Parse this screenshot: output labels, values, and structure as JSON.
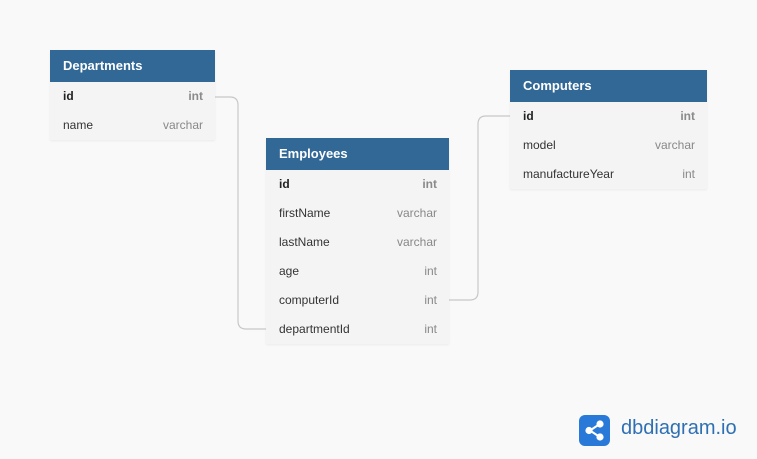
{
  "colors": {
    "header": "#316896",
    "body": "#f4f4f4",
    "background": "#f9f9f9",
    "connector": "#c8c8c8",
    "brand": "#2979d8"
  },
  "tables": {
    "departments": {
      "title": "Departments",
      "rows": [
        {
          "name": "id",
          "type": "int"
        },
        {
          "name": "name",
          "type": "varchar"
        }
      ]
    },
    "employees": {
      "title": "Employees",
      "rows": [
        {
          "name": "id",
          "type": "int"
        },
        {
          "name": "firstName",
          "type": "varchar"
        },
        {
          "name": "lastName",
          "type": "varchar"
        },
        {
          "name": "age",
          "type": "int"
        },
        {
          "name": "computerId",
          "type": "int"
        },
        {
          "name": "departmentId",
          "type": "int"
        }
      ]
    },
    "computers": {
      "title": "Computers",
      "rows": [
        {
          "name": "id",
          "type": "int"
        },
        {
          "name": "model",
          "type": "varchar"
        },
        {
          "name": "manufactureYear",
          "type": "int"
        }
      ]
    }
  },
  "relationships": [
    {
      "from": "departments.id",
      "to": "employees.departmentId"
    },
    {
      "from": "computers.id",
      "to": "employees.computerId"
    }
  ],
  "brand": {
    "icon": "share-nodes-icon",
    "text": "dbdiagram.io"
  }
}
